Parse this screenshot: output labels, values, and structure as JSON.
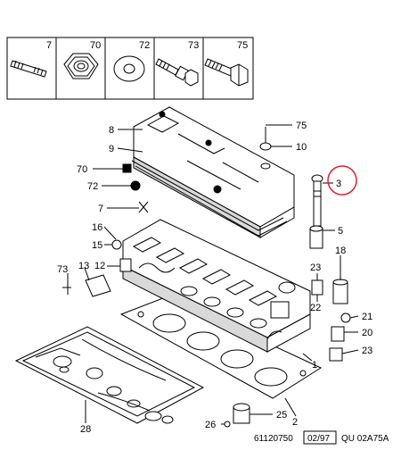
{
  "legend": {
    "items": [
      {
        "ref": "7",
        "icon": "stud-icon"
      },
      {
        "ref": "70",
        "icon": "hex-nut-icon"
      },
      {
        "ref": "72",
        "icon": "washer-icon"
      },
      {
        "ref": "73",
        "icon": "screw-icon"
      },
      {
        "ref": "75",
        "icon": "bolt-icon"
      }
    ]
  },
  "callouts": {
    "p75": "75",
    "p10": "10",
    "p8": "8",
    "p9": "9",
    "p3": "3",
    "p70": "70",
    "p72": "72",
    "p7": "7",
    "p5": "5",
    "p16": "16",
    "p15": "15",
    "p18": "18",
    "p73": "73",
    "p13": "13",
    "p12": "12",
    "p23a": "23",
    "p22": "22",
    "p21": "21",
    "p20": "20",
    "p23b": "23",
    "p1": "1",
    "p28": "28",
    "p25": "25",
    "p2": "2",
    "p26": "26"
  },
  "highlight": {
    "ref": "3",
    "color": "#e0202a"
  },
  "footer": {
    "code": "61120750",
    "date": "02/97",
    "ref": "QU 02A75A"
  }
}
